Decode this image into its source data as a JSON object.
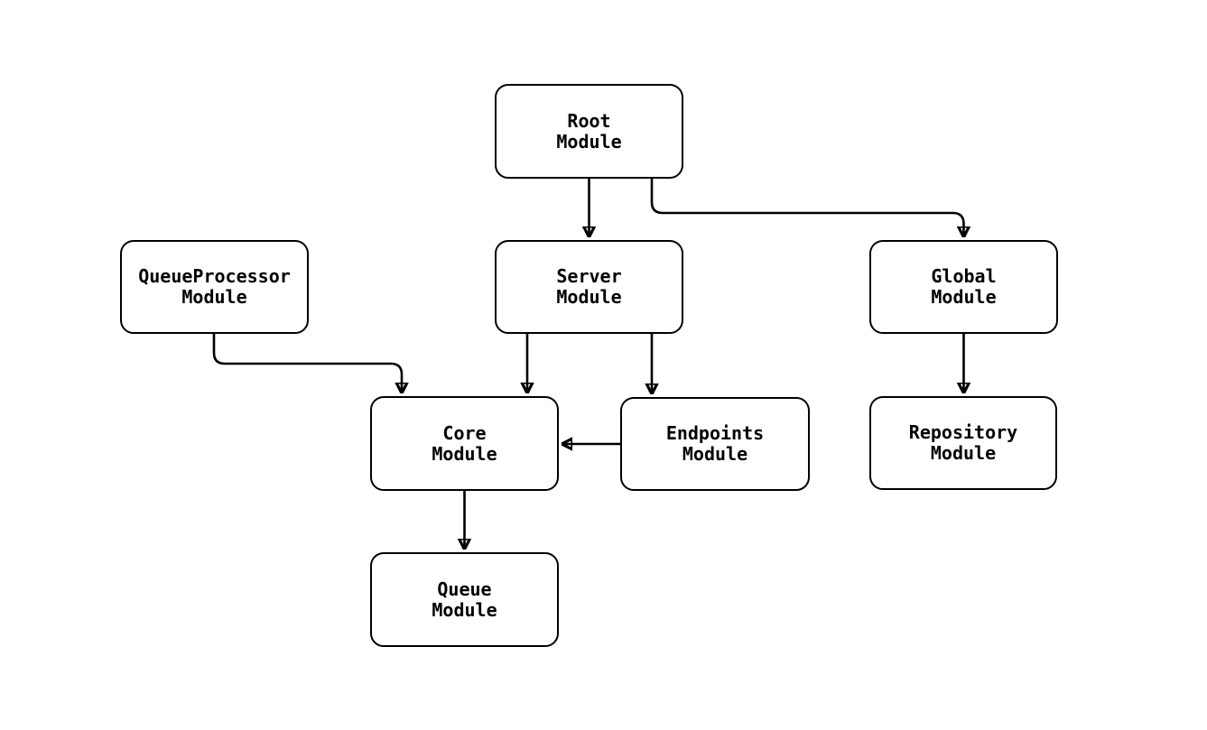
{
  "diagram": {
    "type": "module-dependency-flowchart",
    "background_color": "#ffffff",
    "node_fill_color": "#ffffff",
    "stroke_color": "#000000",
    "text_color": "#000000"
  },
  "nodes": [
    {
      "id": "root",
      "line1": "Root",
      "line2": "Module"
    },
    {
      "id": "queueprocessor",
      "line1": "QueueProcessor",
      "line2": "Module"
    },
    {
      "id": "server",
      "line1": "Server",
      "line2": "Module"
    },
    {
      "id": "global",
      "line1": "Global",
      "line2": "Module"
    },
    {
      "id": "core",
      "line1": "Core",
      "line2": "Module"
    },
    {
      "id": "endpoints",
      "line1": "Endpoints",
      "line2": "Module"
    },
    {
      "id": "repository",
      "line1": "Repository",
      "line2": "Module"
    },
    {
      "id": "queue",
      "line1": "Queue",
      "line2": "Module"
    }
  ],
  "edges": [
    {
      "from": "Root Module",
      "to": "Server Module"
    },
    {
      "from": "Root Module",
      "to": "Global Module"
    },
    {
      "from": "QueueProcessor Module",
      "to": "Core Module"
    },
    {
      "from": "Server Module",
      "to": "Core Module"
    },
    {
      "from": "Server Module",
      "to": "Endpoints Module"
    },
    {
      "from": "Endpoints Module",
      "to": "Core Module"
    },
    {
      "from": "Global Module",
      "to": "Repository Module"
    },
    {
      "from": "Core Module",
      "to": "Queue Module"
    }
  ]
}
